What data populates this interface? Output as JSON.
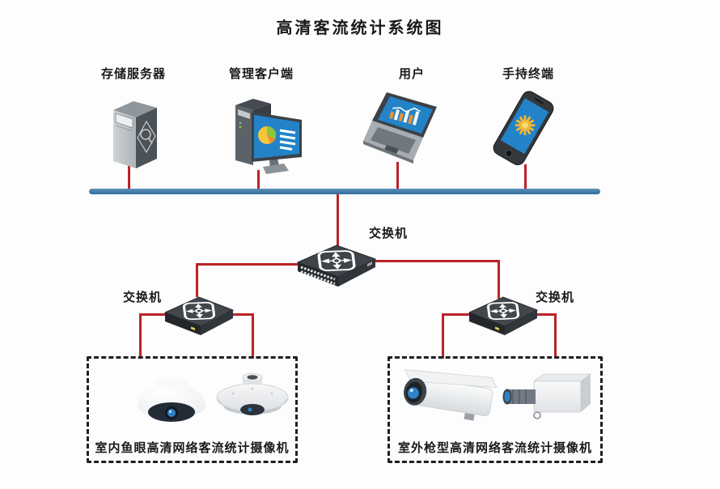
{
  "title": "高清客流统计系统图",
  "top_devices": [
    {
      "name": "storage-server",
      "label": "存储服务器",
      "icon": "storage-server-icon"
    },
    {
      "name": "management-client",
      "label": "管理客户端",
      "icon": "management-client-icon"
    },
    {
      "name": "user",
      "label": "用户",
      "icon": "user-laptop-icon"
    },
    {
      "name": "handheld-terminal",
      "label": "手持终端",
      "icon": "handheld-terminal-icon"
    }
  ],
  "switches": {
    "core": {
      "label": "交换机",
      "icon": "network-switch-icon"
    },
    "left": {
      "label": "交换机",
      "icon": "network-switch-icon"
    },
    "right": {
      "label": "交换机",
      "icon": "network-switch-icon"
    }
  },
  "camera_groups": [
    {
      "name": "indoor-fisheye-group",
      "label": "室内鱼眼高清网络客流统计摄像机",
      "cameras": [
        "dome-camera-icon",
        "fisheye-camera-icon"
      ]
    },
    {
      "name": "outdoor-bullet-group",
      "label": "室外枪型高清网络客流统计摄像机",
      "cameras": [
        "bullet-camera-icon",
        "box-camera-icon"
      ]
    }
  ],
  "colors": {
    "bus": "#2f6b9c",
    "cable": "#bb2328",
    "box-border": "#1f1f1f",
    "screen-blue": "#2383c8"
  }
}
